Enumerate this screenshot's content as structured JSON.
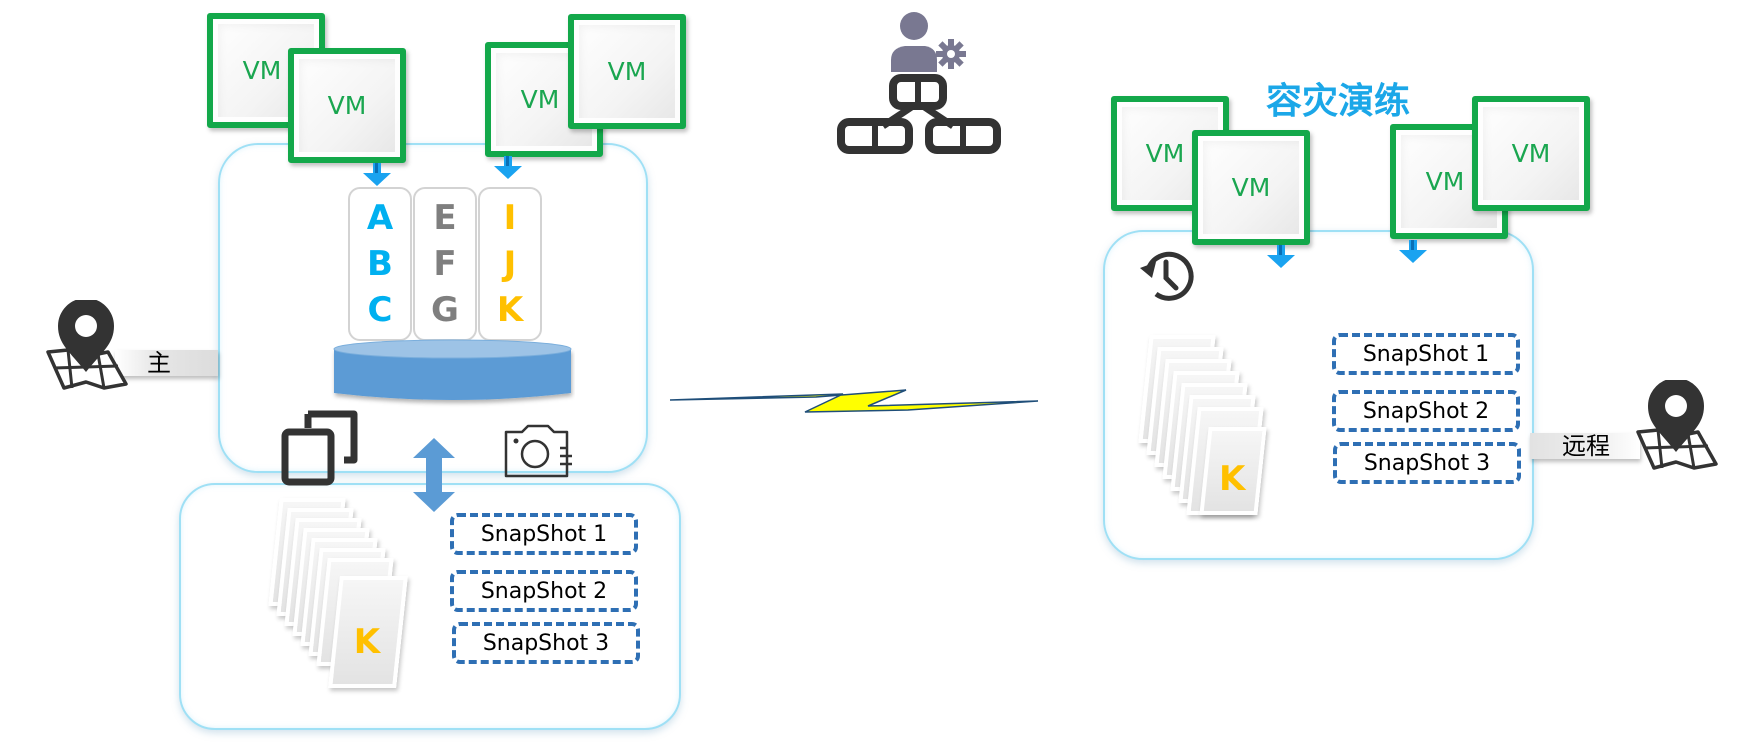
{
  "title": "容灾演练",
  "colors": {
    "vm_border": "#13a84a",
    "vm_text": "#1aa650",
    "box_border": "#9fe0f5",
    "arrow_blue": "#1aa3f0",
    "db_blue": "#5b9bd5",
    "snapshot_border": "#2e6fb4",
    "col_blue": "#00b0f0",
    "col_gray": "#7f7f7f",
    "col_gold": "#ffc000",
    "title_blue": "#1ba7e8",
    "lightning": "#ffff00"
  },
  "primary_site": {
    "location_label": "主",
    "vms": [
      "VM",
      "VM",
      "VM",
      "VM"
    ],
    "volume_columns": [
      {
        "letters": [
          "A",
          "B",
          "C"
        ],
        "color": "blue"
      },
      {
        "letters": [
          "E",
          "F",
          "G"
        ],
        "color": "gray"
      },
      {
        "letters": [
          "I",
          "J",
          "K"
        ],
        "color": "gold"
      }
    ],
    "snapshot_store": {
      "page_letter": "K",
      "snapshots": [
        "SnapShot 1",
        "SnapShot 2",
        "SnapShot 3"
      ]
    }
  },
  "remote_site": {
    "location_label": "远程",
    "vms": [
      "VM",
      "VM",
      "VM",
      "VM"
    ],
    "page_letter": "K",
    "snapshots": [
      "SnapShot 1",
      "SnapShot 2",
      "SnapShot 3"
    ]
  },
  "icons": {
    "admin": "admin-network-icon",
    "location": "map-pin-icon",
    "copy": "copy-icon",
    "camera": "camera-icon",
    "restore": "history-restore-icon",
    "link": "lightning-link-icon",
    "sync": "double-arrow-icon"
  }
}
